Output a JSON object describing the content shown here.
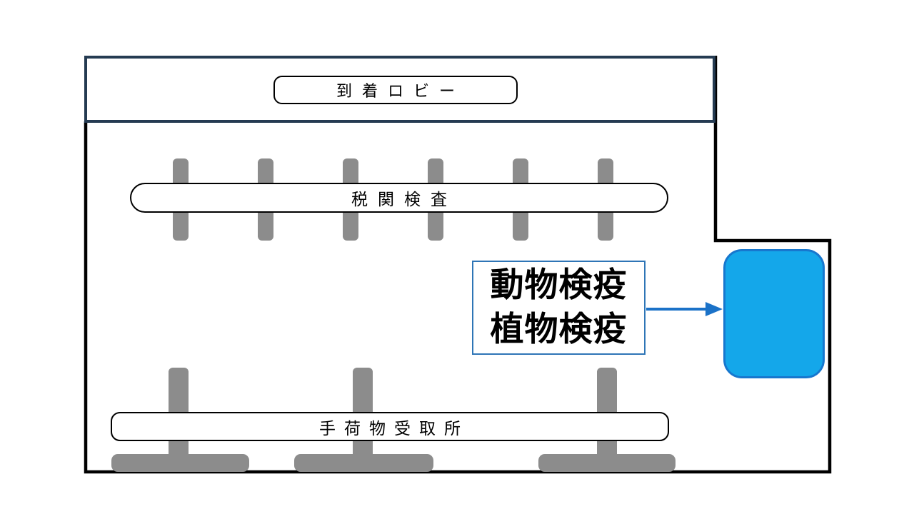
{
  "diagram": {
    "description": "Airport arrival area floor plan",
    "zones": {
      "arrival_lobby": {
        "label": "到着ロビー"
      },
      "customs": {
        "label": "税関検査",
        "pillar_count": 6
      },
      "quarantine": {
        "lines": [
          "動物検疫",
          "植物検疫"
        ]
      },
      "baggage_claim": {
        "label": "手荷物受取所",
        "carousel_count": 3
      }
    },
    "highlight": {
      "shape": "rounded-rectangle",
      "pointed_by_arrow": true,
      "fill": "#14a7ea",
      "border": "#1777ce"
    },
    "colors": {
      "lobby_border_navy": "#253b52",
      "outline_black": "#000000",
      "pillar_gray": "#8c8c8c",
      "arrow_blue": "#1b72c8",
      "quarantine_border_blue": "#2e75b6"
    }
  }
}
